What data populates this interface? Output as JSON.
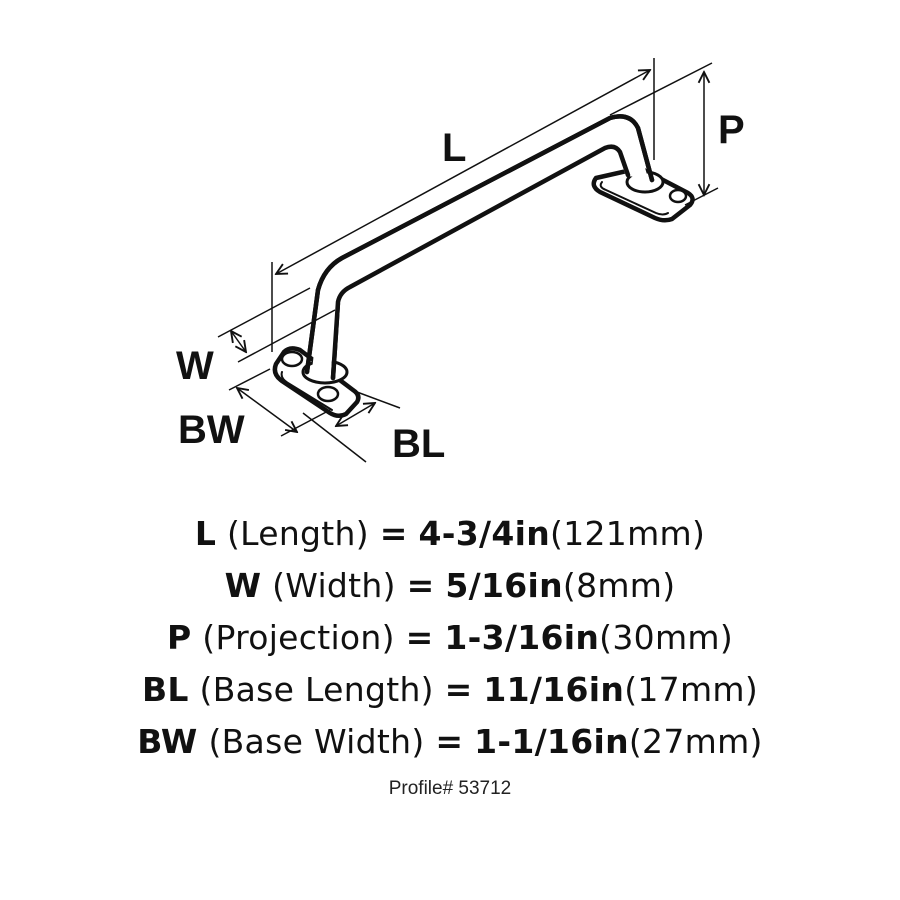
{
  "diagram": {
    "subject": "bar pull cabinet handle",
    "dimension_labels": {
      "length": "L",
      "projection": "P",
      "width": "W",
      "base_width": "BW",
      "base_length": "BL"
    },
    "stroke_color": "#111111",
    "background": "#ffffff"
  },
  "specs": [
    {
      "abbr": "L",
      "desc": "(Length)",
      "eq": "=",
      "imperial": "4-3/4in",
      "metric": "(121mm)"
    },
    {
      "abbr": "W",
      "desc": "(Width)",
      "eq": "=",
      "imperial": "5/16in",
      "metric": "(8mm)"
    },
    {
      "abbr": "P",
      "desc": "(Projection)",
      "eq": "=",
      "imperial": "1-3/16in",
      "metric": "(30mm)"
    },
    {
      "abbr": "BL",
      "desc": "(Base Length)",
      "eq": "=",
      "imperial": "11/16in",
      "metric": "(17mm)"
    },
    {
      "abbr": "BW",
      "desc": "(Base Width)",
      "eq": "=",
      "imperial": "1-1/16in",
      "metric": "(27mm)"
    }
  ],
  "profile": "Profile# 53712"
}
